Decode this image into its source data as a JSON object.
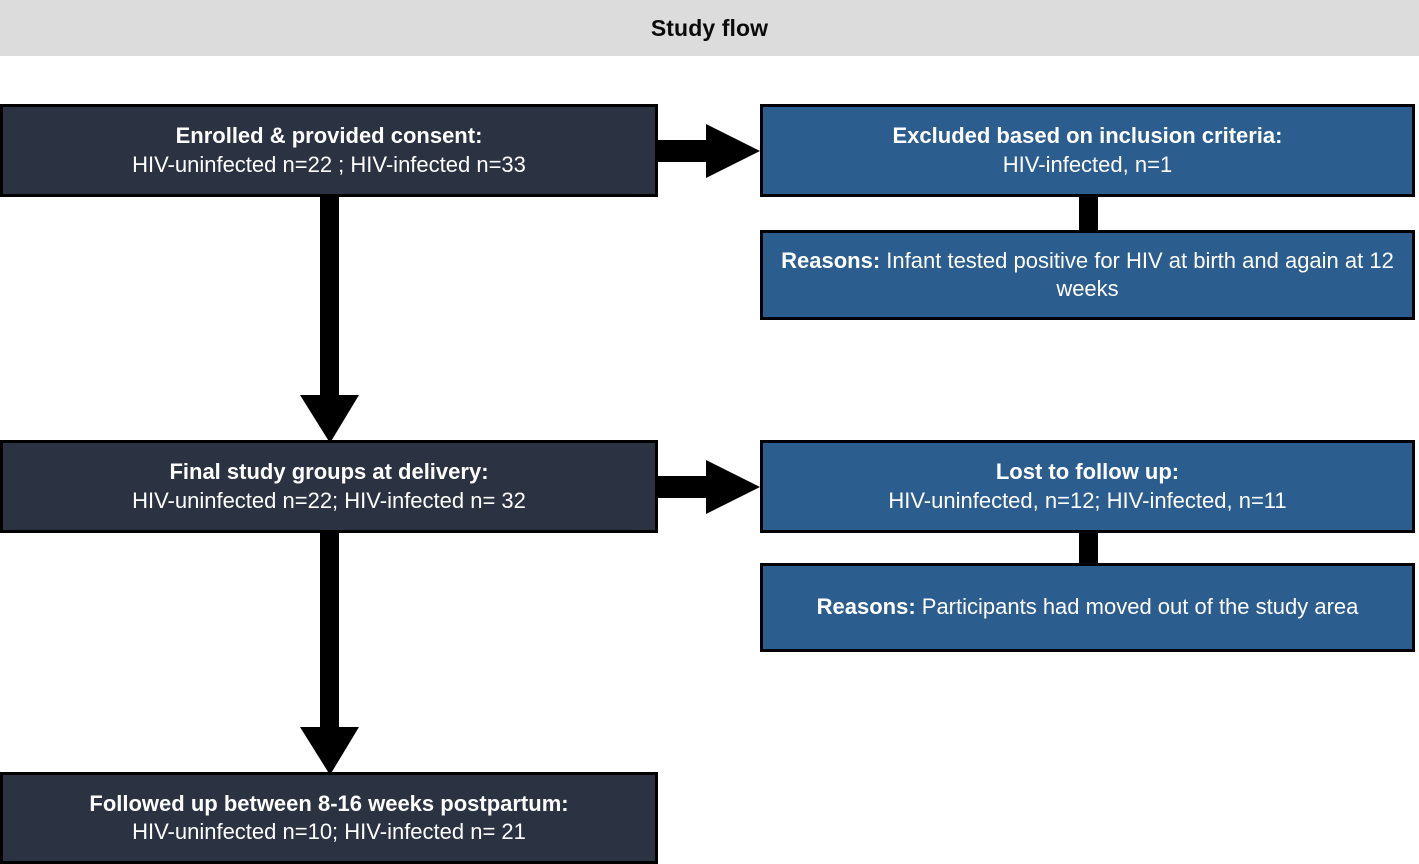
{
  "header": {
    "title": "Study flow",
    "background_color": "#dcdcdc"
  },
  "colors": {
    "dark_node": "#2b3242",
    "blue_node": "#2c5d8f",
    "connector": "#000000",
    "node_text": "#ffffff"
  },
  "nodes": {
    "enrolled": {
      "title": "Enrolled & provided consent:",
      "detail": "HIV-uninfected n=22 ; HIV-infected n=33"
    },
    "excluded": {
      "title": "Excluded based on inclusion criteria:",
      "detail": "HIV-infected, n=1"
    },
    "excluded_reasons": {
      "label": "Reasons:",
      "detail": " Infant tested positive for HIV at birth and again at 12 weeks"
    },
    "final_groups": {
      "title": "Final study groups at delivery:",
      "detail": "HIV-uninfected n=22; HIV-infected n= 32"
    },
    "lost": {
      "title": "Lost to follow up:",
      "detail": "HIV-uninfected, n=12; HIV-infected, n=11"
    },
    "lost_reasons": {
      "label": "Reasons:",
      "detail": " Participants had moved out of the study area"
    },
    "followed_up": {
      "title": "Followed up between 8-16 weeks postpartum:",
      "detail": "HIV-uninfected n=10; HIV-infected n= 21"
    }
  },
  "chart_data": {
    "type": "diagram",
    "title": "Study flow",
    "nodes": [
      {
        "id": "enrolled",
        "lines": [
          "Enrolled & provided consent:",
          "HIV-uninfected n=22 ; HIV-infected n=33"
        ],
        "style": "dark"
      },
      {
        "id": "excluded",
        "lines": [
          "Excluded based on inclusion criteria:",
          "HIV-infected, n=1"
        ],
        "style": "blue"
      },
      {
        "id": "excluded_reasons",
        "lines": [
          "Reasons: Infant tested positive for HIV at birth and again at 12 weeks"
        ],
        "style": "blue"
      },
      {
        "id": "final_groups",
        "lines": [
          "Final study groups at delivery:",
          "HIV-uninfected n=22; HIV-infected n= 32"
        ],
        "style": "dark"
      },
      {
        "id": "lost",
        "lines": [
          "Lost to follow up:",
          "HIV-uninfected, n=12; HIV-infected, n=11"
        ],
        "style": "blue"
      },
      {
        "id": "lost_reasons",
        "lines": [
          "Reasons: Participants had moved out of the study area"
        ],
        "style": "blue"
      },
      {
        "id": "followed_up",
        "lines": [
          "Followed up between 8-16 weeks postpartum:",
          "HIV-uninfected n=10; HIV-infected n= 21"
        ],
        "style": "dark"
      }
    ],
    "edges": [
      {
        "from": "enrolled",
        "to": "excluded",
        "kind": "arrow-right"
      },
      {
        "from": "excluded",
        "to": "excluded_reasons",
        "kind": "stem"
      },
      {
        "from": "enrolled",
        "to": "final_groups",
        "kind": "arrow-down"
      },
      {
        "from": "final_groups",
        "to": "lost",
        "kind": "arrow-right"
      },
      {
        "from": "lost",
        "to": "lost_reasons",
        "kind": "stem"
      },
      {
        "from": "final_groups",
        "to": "followed_up",
        "kind": "arrow-down"
      }
    ],
    "counts": {
      "enrolled_hiv_uninfected": 22,
      "enrolled_hiv_infected": 33,
      "excluded_hiv_infected": 1,
      "final_hiv_uninfected": 22,
      "final_hiv_infected": 32,
      "lost_hiv_uninfected": 12,
      "lost_hiv_infected": 11,
      "followed_hiv_uninfected": 10,
      "followed_hiv_infected": 21
    }
  }
}
